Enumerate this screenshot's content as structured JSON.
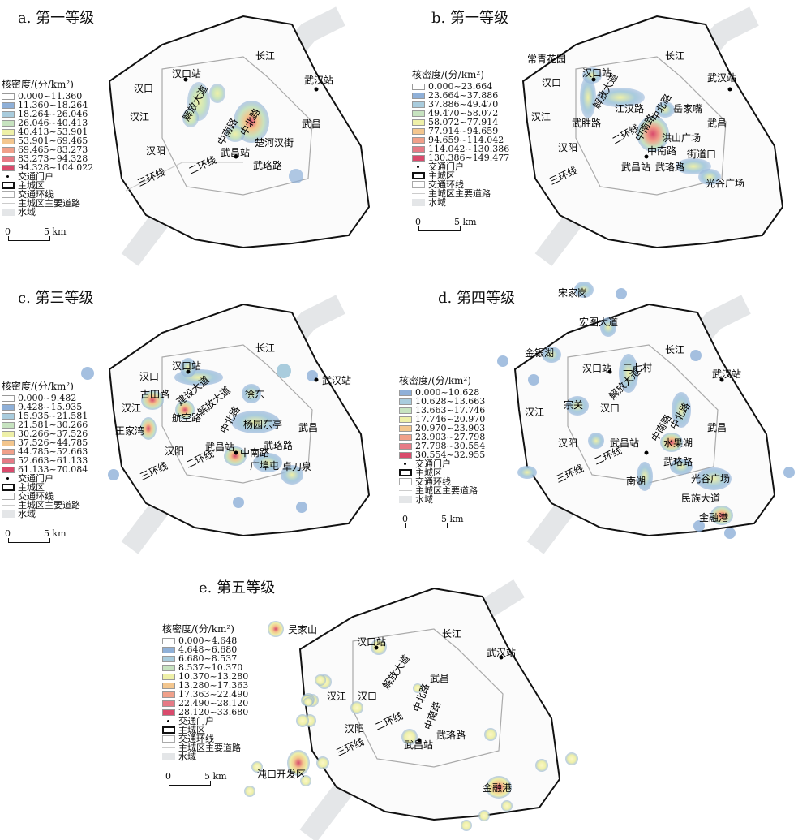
{
  "legend_common": {
    "title": "核密度/(分/km²)",
    "items": [
      "交通门户",
      "主城区",
      "交通环线",
      "主城区主要道路",
      "水域"
    ],
    "scale": [
      "0",
      "5 km"
    ]
  },
  "ramp_colors": [
    "#ffffff",
    "#8fb0d8",
    "#a9ccdd",
    "#c7e3c0",
    "#eef0a8",
    "#f3c68e",
    "#f0a08a",
    "#e67a86",
    "#d94a6c"
  ],
  "panels": [
    {
      "title": "a. 第一等级",
      "classes": [
        "0.000~11.360",
        "11.360~18.264",
        "18.264~26.046",
        "26.046~40.413",
        "40.413~53.901",
        "53.901~69.465",
        "69.465~83.273",
        "83.273~94.328",
        "94.328~104.022"
      ],
      "labels": [
        "汉口站",
        "长江",
        "武汉站",
        "汉口",
        "解放大道",
        "汉江",
        "中南路",
        "中北路",
        "武昌",
        "楚河汉街",
        "汉阳",
        "武昌站",
        "武珞路",
        "二环线",
        "三环线"
      ]
    },
    {
      "title": "b. 第一等级",
      "classes": [
        "0.000~23.664",
        "23.664~37.886",
        "37.886~49.470",
        "49.470~58.072",
        "58.072~77.914",
        "77.914~94.659",
        "94.659~114.042",
        "114.042~130.386",
        "130.386~149.477"
      ],
      "labels": [
        "常青花园",
        "汉口站",
        "长江",
        "汉口",
        "解放大道",
        "武汉站",
        "汉江",
        "江汉路",
        "中北路",
        "岳家嘴",
        "武胜路",
        "中南路",
        "洪山广场",
        "武昌",
        "二环线",
        "汉阳",
        "中南路",
        "街道口",
        "武昌站",
        "武珞路",
        "光谷广场",
        "三环线"
      ]
    },
    {
      "title": "c. 第三等级",
      "classes": [
        "0.000~9.482",
        "9.428~15.935",
        "15.935~21.581",
        "21.581~30.266",
        "30.266~37.526",
        "37.526~44.785",
        "44.785~52.663",
        "52.663~61.133",
        "61.133~70.084"
      ],
      "labels": [
        "汉口站",
        "长江",
        "汉口",
        "建设大道",
        "解放大道",
        "武汉站",
        "古田路",
        "徐东",
        "汉江",
        "航空路",
        "中北路",
        "杨园东亭",
        "王家湾",
        "武昌",
        "汉阳",
        "武昌站",
        "中南路",
        "武珞路",
        "二环线",
        "广埠屯",
        "卓刀泉",
        "三环线"
      ]
    },
    {
      "title": "d. 第四等级",
      "classes": [
        "0.000~10.628",
        "10.628~13.663",
        "13.663~17.746",
        "17.746~20.970",
        "20.970~23.903",
        "23.903~27.798",
        "27.798~30.554",
        "30.554~32.955"
      ],
      "labels": [
        "宋家岗",
        "宏图大道",
        "金银湖",
        "长江",
        "二七村",
        "汉口站",
        "武汉站",
        "解放大道",
        "宗关",
        "汉口",
        "汉江",
        "中北路",
        "中南路",
        "武昌",
        "汉阳",
        "武昌站",
        "水果湖",
        "二环线",
        "武珞路",
        "南湖",
        "光谷广场",
        "三环线",
        "民族大道",
        "金融港"
      ]
    },
    {
      "title": "e. 第五等级",
      "classes": [
        "0.000~4.648",
        "4.648~6.680",
        "6.680~8.537",
        "8.537~10.370",
        "10.370~13.280",
        "13.280~17.363",
        "17.363~22.490",
        "22.490~28.120",
        "28.120~33.680"
      ],
      "labels": [
        "吴家山",
        "长江",
        "汉口站",
        "武汉站",
        "解放大道",
        "武昌",
        "汉江",
        "汉口",
        "中北路",
        "中南路",
        "汉阳",
        "二环线",
        "武珞路",
        "武昌站",
        "三环线",
        "沌口开发区",
        "金融港"
      ]
    }
  ]
}
